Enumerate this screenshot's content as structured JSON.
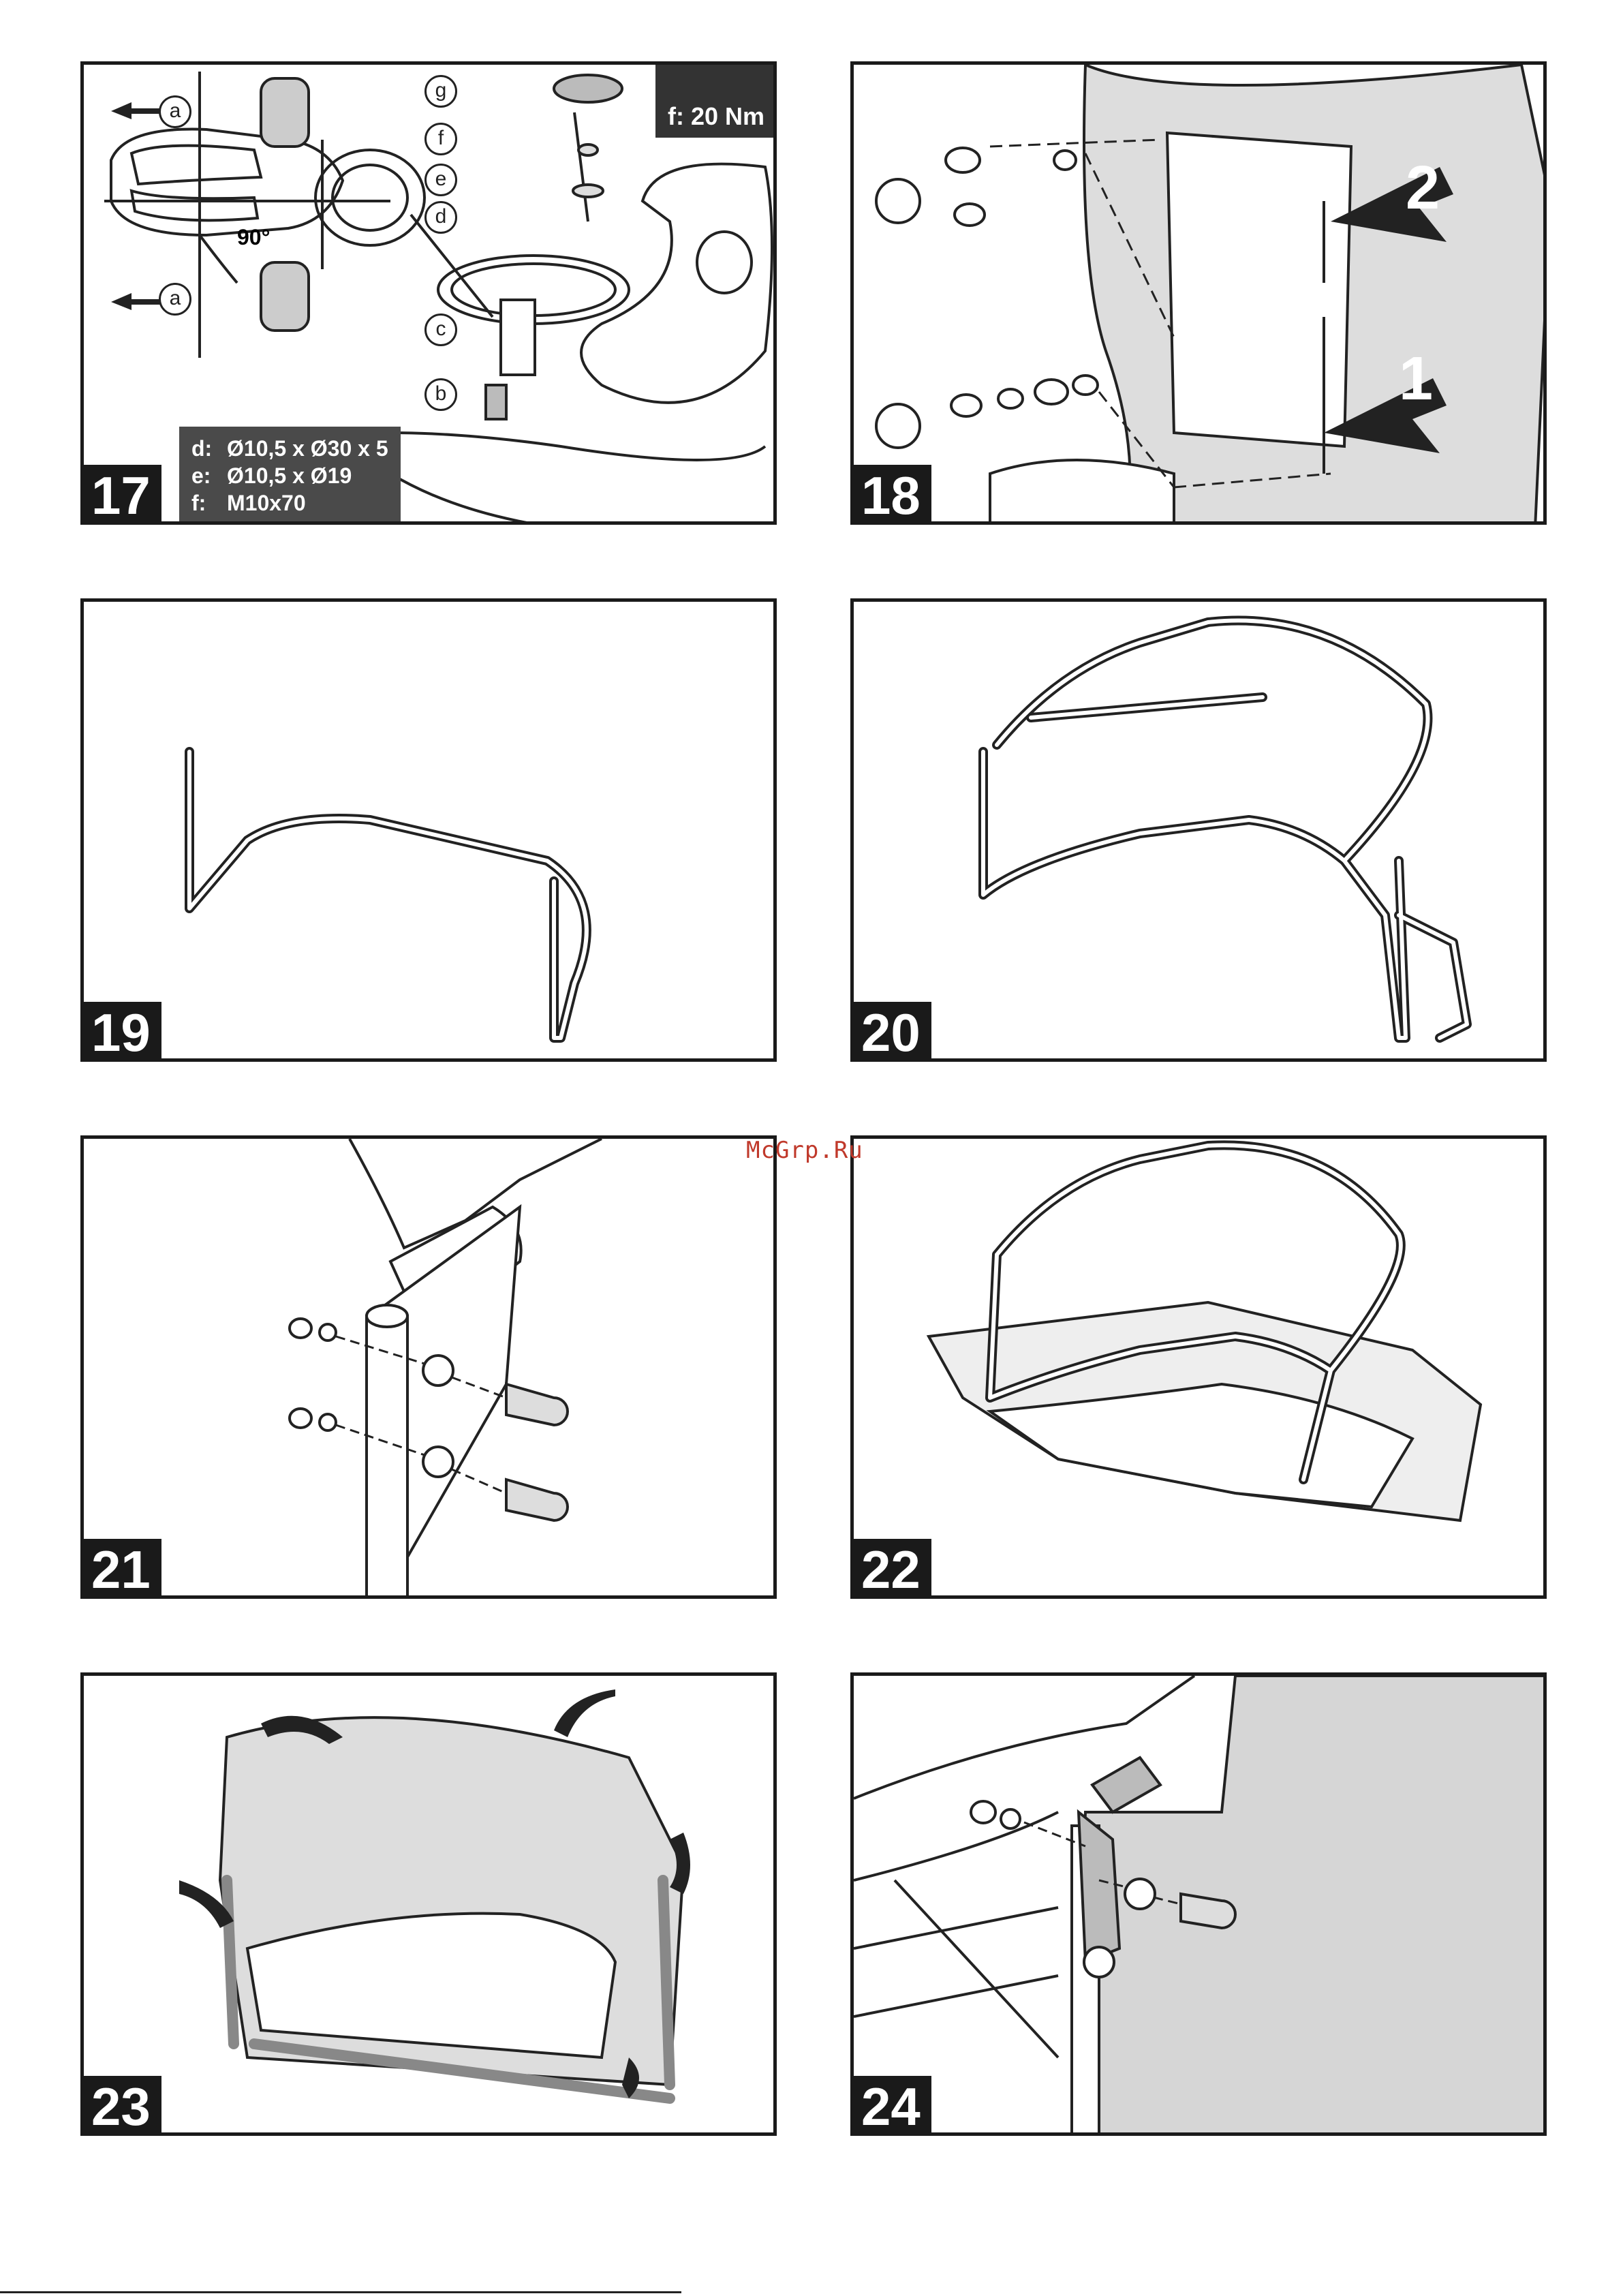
{
  "panels": [
    {
      "step": "17",
      "torque_label": "f: 20 Nm",
      "angle_label": "90°",
      "callouts": [
        "g",
        "f",
        "e",
        "d",
        "c",
        "b",
        "a",
        "a"
      ],
      "legend": [
        {
          "key": "d:",
          "value": "Ø10,5 x Ø30 x 5"
        },
        {
          "key": "e:",
          "value": "Ø10,5 x Ø19"
        },
        {
          "key": "f:",
          "value": "M10x70"
        }
      ]
    },
    {
      "step": "18",
      "arrow_labels": [
        "2",
        "1"
      ]
    },
    {
      "step": "19"
    },
    {
      "step": "20"
    },
    {
      "step": "21"
    },
    {
      "step": "22"
    },
    {
      "step": "23"
    },
    {
      "step": "24"
    }
  ],
  "watermark": "McGrp.Ru",
  "colors": {
    "frame": "#1a1a1a",
    "fill_gray": "#d6d6d6",
    "watermark": "#c0392b"
  }
}
